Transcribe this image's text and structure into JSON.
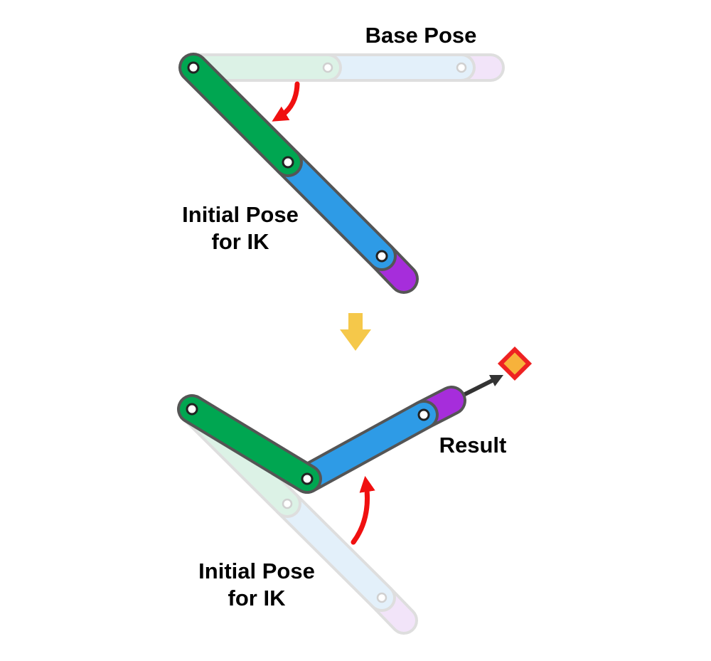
{
  "labels": {
    "base_pose": "Base Pose",
    "initial_pose_top_line1": "Initial Pose",
    "initial_pose_top_line2": "for IK",
    "result": "Result",
    "initial_pose_bottom_line1": "Initial Pose",
    "initial_pose_bottom_line2": "for IK"
  },
  "colors": {
    "segment_1": "#00a651",
    "segment_2": "#2e9be6",
    "segment_3": "#a62ddb",
    "segment_1_ghost": "#b3e3c9",
    "segment_2_ghost": "#c2e0f5",
    "segment_3_ghost": "#e3c4f2",
    "rotation_arrow": "#f01010",
    "step_arrow": "#f5c84a",
    "target_fill": "#f7b23b",
    "target_stroke": "#ee2222",
    "pointer_arrow": "#333333"
  },
  "icons": {
    "rotation_arrow_top": "curved-arrow-icon",
    "rotation_arrow_bottom": "curved-arrow-icon",
    "step_arrow": "down-arrow-icon",
    "target": "diamond-target-icon"
  }
}
